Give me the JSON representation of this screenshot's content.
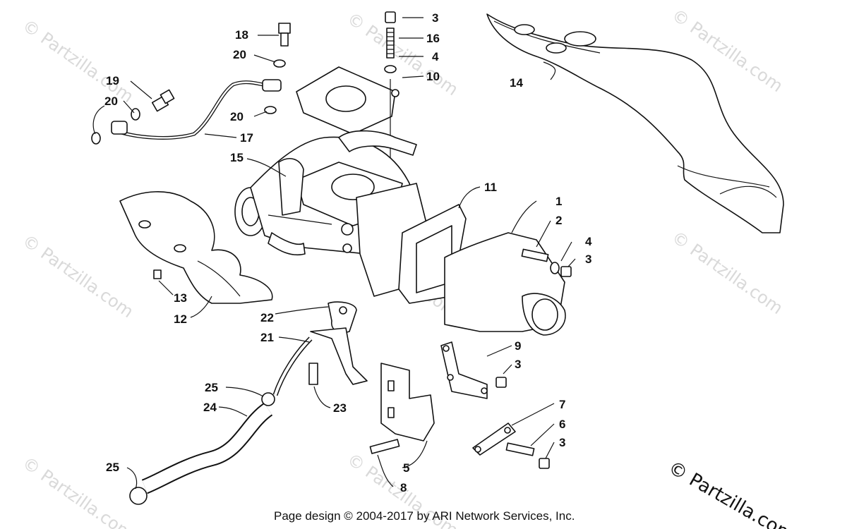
{
  "watermark_text": "© Partzilla.com",
  "corner_watermark": "© Partzilla.com",
  "footer": "Page design © 2004-2017 by ARI Network Services, Inc.",
  "callouts": {
    "c1": "1",
    "c2": "2",
    "c3a": "3",
    "c3b": "3",
    "c3c": "3",
    "c3d": "3",
    "c4a": "4",
    "c4b": "4",
    "c5": "5",
    "c6": "6",
    "c7": "7",
    "c8": "8",
    "c9": "9",
    "c10": "10",
    "c11": "11",
    "c12": "12",
    "c13": "13",
    "c14": "14",
    "c15": "15",
    "c16": "16",
    "c17": "17",
    "c18": "18",
    "c19": "19",
    "c20a": "20",
    "c20b": "20",
    "c20c": "20",
    "c21": "21",
    "c22": "22",
    "c23": "23",
    "c24": "24",
    "c25a": "25",
    "c25b": "25"
  }
}
